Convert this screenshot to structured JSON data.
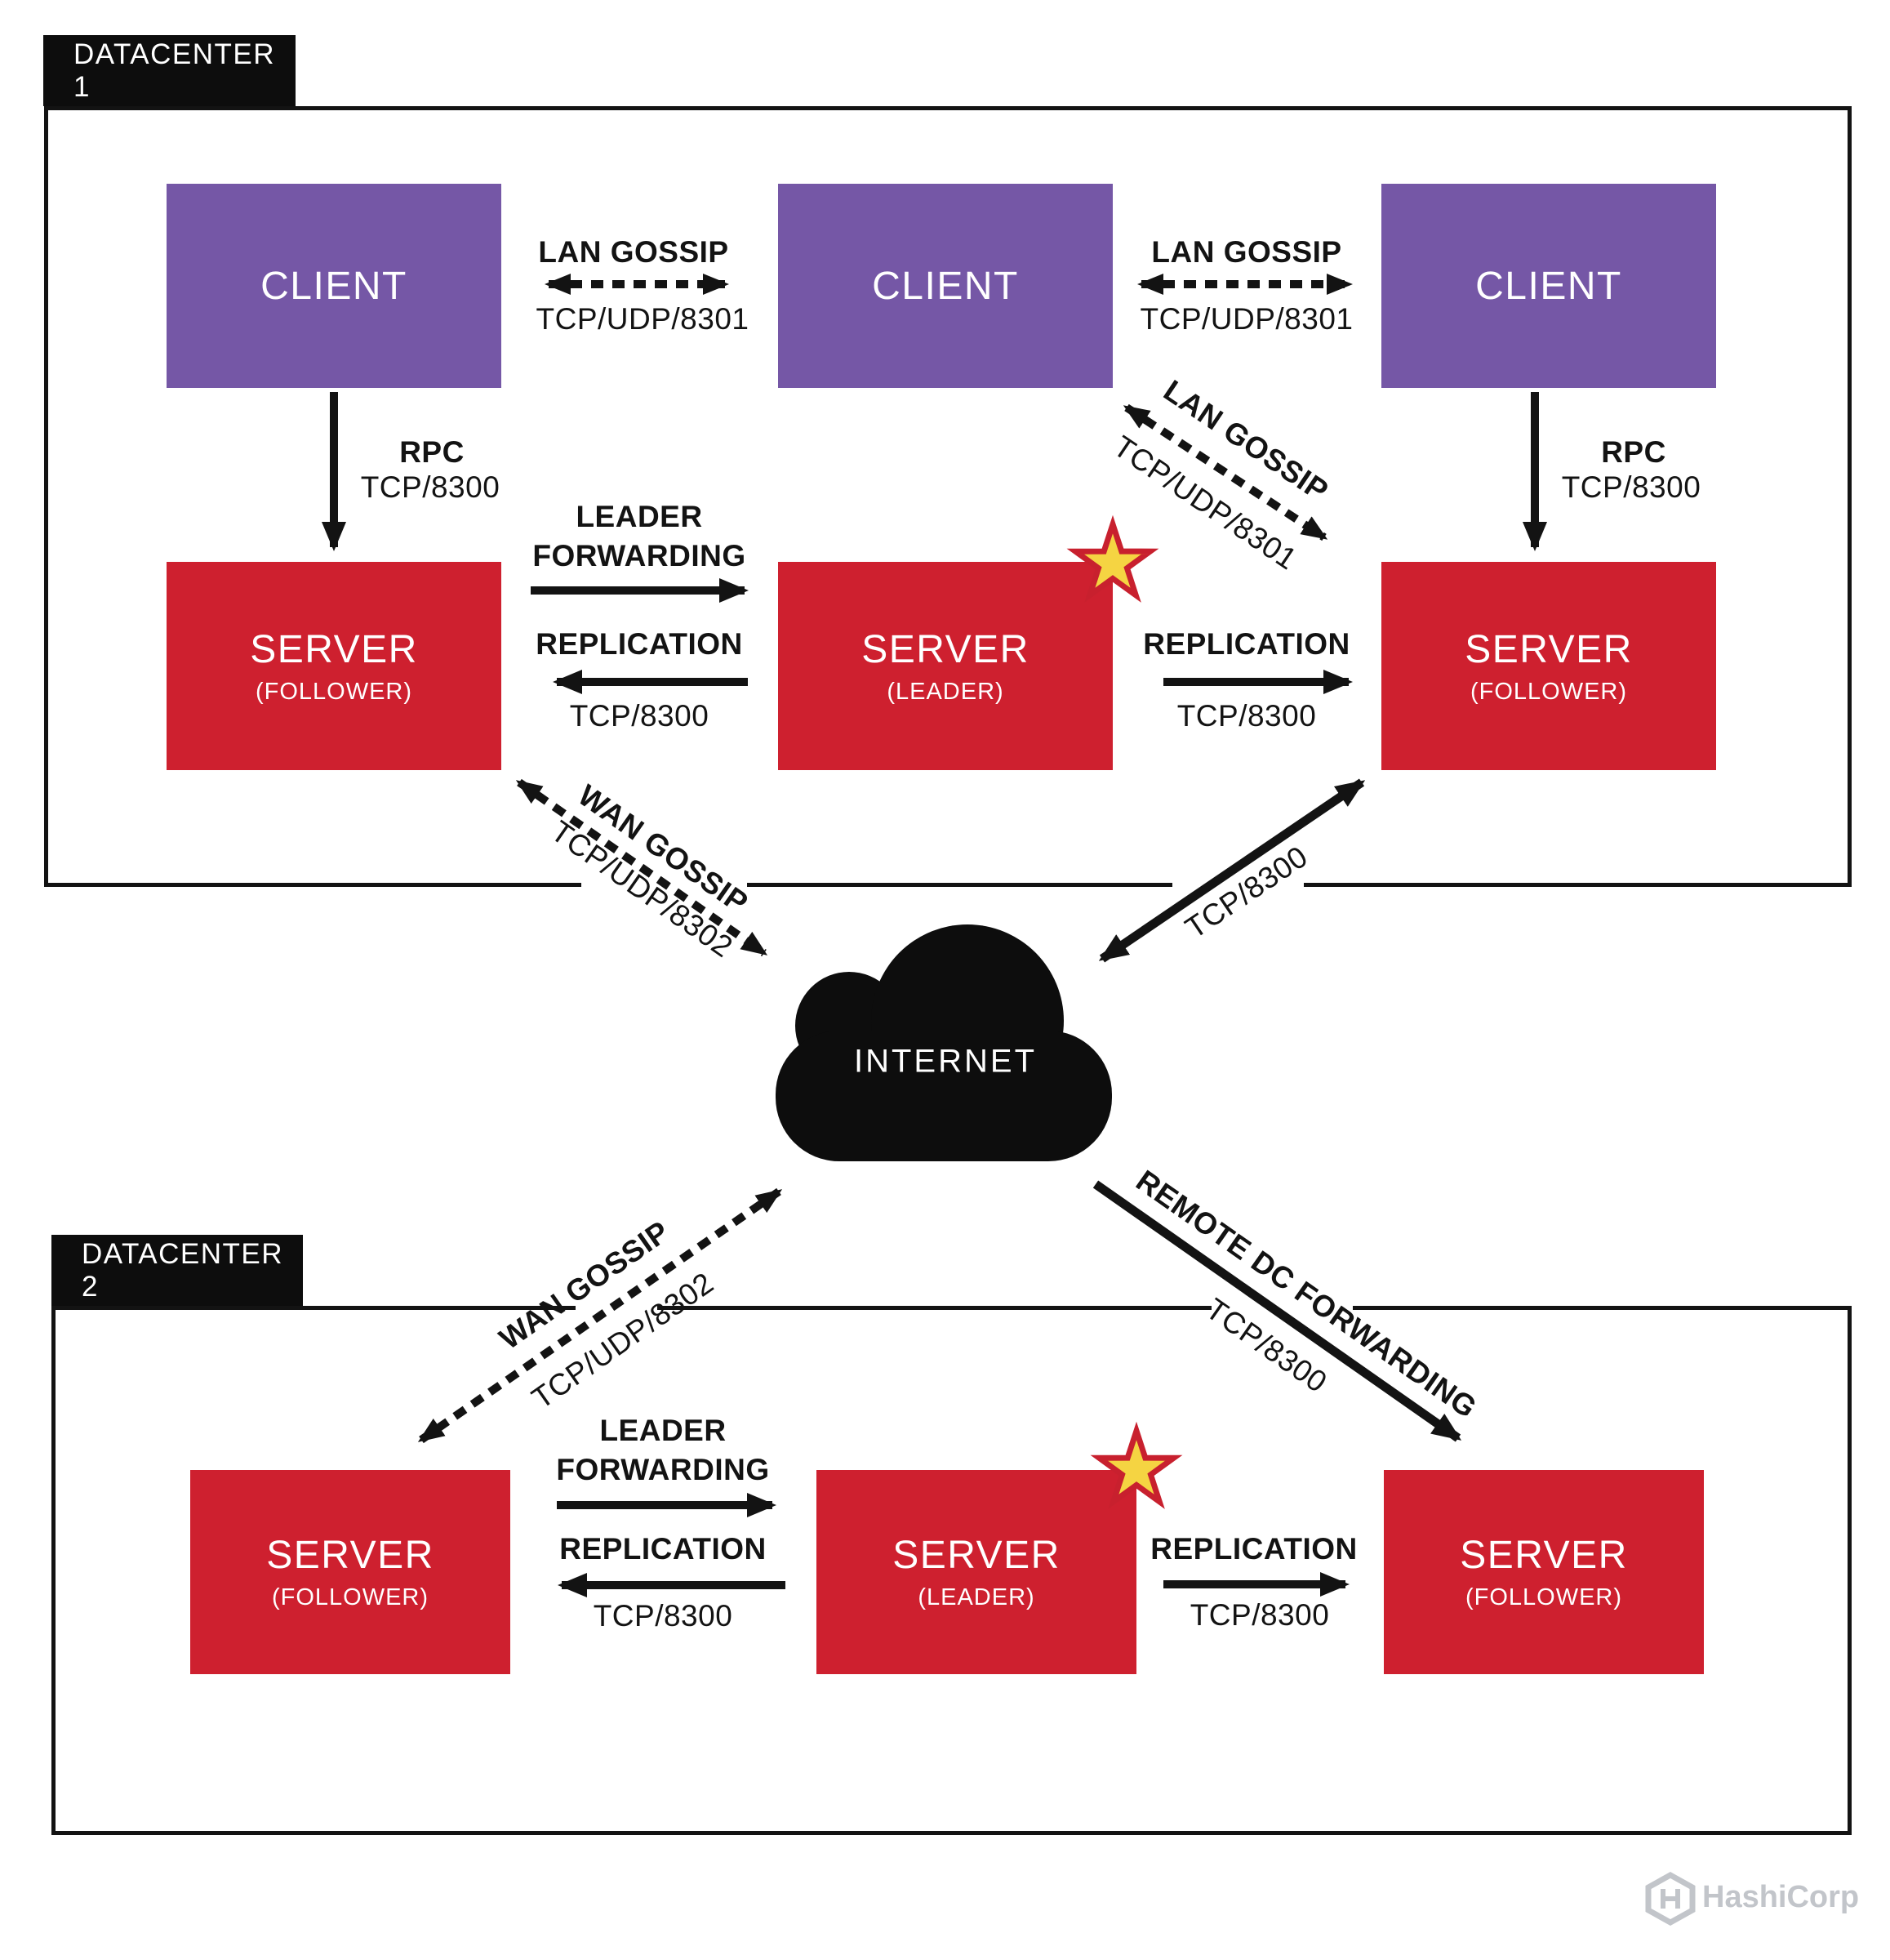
{
  "dc1": {
    "label": "DATACENTER 1",
    "clients": [
      {
        "label": "CLIENT"
      },
      {
        "label": "CLIENT"
      },
      {
        "label": "CLIENT"
      }
    ],
    "servers": [
      {
        "label": "SERVER",
        "role": "(FOLLOWER)"
      },
      {
        "label": "SERVER",
        "role": "(LEADER)"
      },
      {
        "label": "SERVER",
        "role": "(FOLLOWER)"
      }
    ],
    "conn": {
      "lan_left": {
        "label": "LAN GOSSIP",
        "port": "TCP/UDP/8301"
      },
      "lan_right": {
        "label": "LAN GOSSIP",
        "port": "TCP/UDP/8301"
      },
      "lan_diag": {
        "label": "LAN GOSSIP",
        "port": "TCP/UDP/8301"
      },
      "rpc_left": {
        "label": "RPC",
        "port": "TCP/8300"
      },
      "rpc_right": {
        "label": "RPC",
        "port": "TCP/8300"
      },
      "leader_forwarding": {
        "line1": "LEADER",
        "line2": "FORWARDING"
      },
      "replication_left": {
        "label": "REPLICATION",
        "port": "TCP/8300"
      },
      "replication_right": {
        "label": "REPLICATION",
        "port": "TCP/8300"
      },
      "wan_gossip": {
        "label": "WAN GOSSIP",
        "port": "TCP/UDP/8302"
      },
      "tcp_diag": {
        "port": "TCP/8300"
      }
    }
  },
  "internet": {
    "label": "INTERNET"
  },
  "dc2": {
    "label": "DATACENTER 2",
    "servers": [
      {
        "label": "SERVER",
        "role": "(FOLLOWER)"
      },
      {
        "label": "SERVER",
        "role": "(LEADER)"
      },
      {
        "label": "SERVER",
        "role": "(FOLLOWER)"
      }
    ],
    "conn": {
      "wan_gossip": {
        "label": "WAN GOSSIP",
        "port": "TCP/UDP/8302"
      },
      "remote_dc": {
        "label": "REMOTE DC FORWARDING",
        "port": "TCP/8300"
      },
      "leader_forwarding": {
        "line1": "LEADER",
        "line2": "FORWARDING"
      },
      "replication_left": {
        "label": "REPLICATION",
        "port": "TCP/8300"
      },
      "replication_right": {
        "label": "REPLICATION",
        "port": "TCP/8300"
      }
    }
  },
  "footer": {
    "brand": "HashiCorp"
  },
  "colors": {
    "purple": "#7557A6",
    "red": "#CE202F",
    "ink": "#131313",
    "star_fill": "#F5D442",
    "star_stroke": "#C8202E",
    "logo_gray": "#C2C5CA"
  }
}
